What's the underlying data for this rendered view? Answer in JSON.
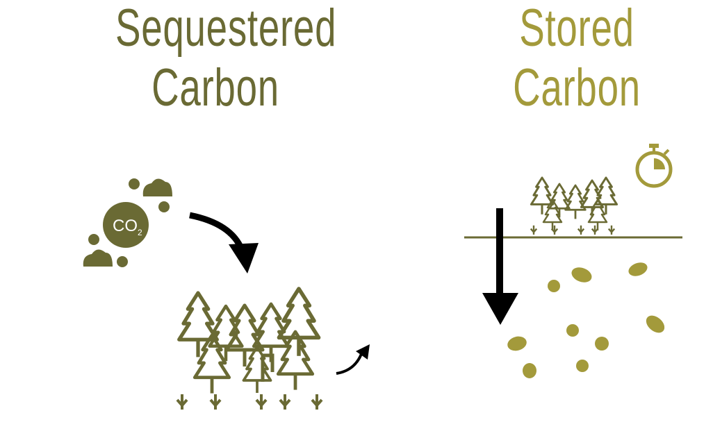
{
  "sequestered": {
    "title_line1": "Sequestered",
    "title_line2": "Carbon",
    "co2_label": "CO",
    "co2_subscript": "2"
  },
  "stored": {
    "title_line1": "Stored",
    "title_line2": "Carbon"
  },
  "colors": {
    "olive_dark": "#6a6a34",
    "olive_gold": "#a39a3b",
    "arrow": "#000000"
  },
  "icons": [
    "cloud-icon",
    "co2-bubble-icon",
    "forest-icon",
    "stopwatch-icon",
    "curved-arrow-icon",
    "down-arrow-icon",
    "soil-carbon-particle-icon"
  ]
}
